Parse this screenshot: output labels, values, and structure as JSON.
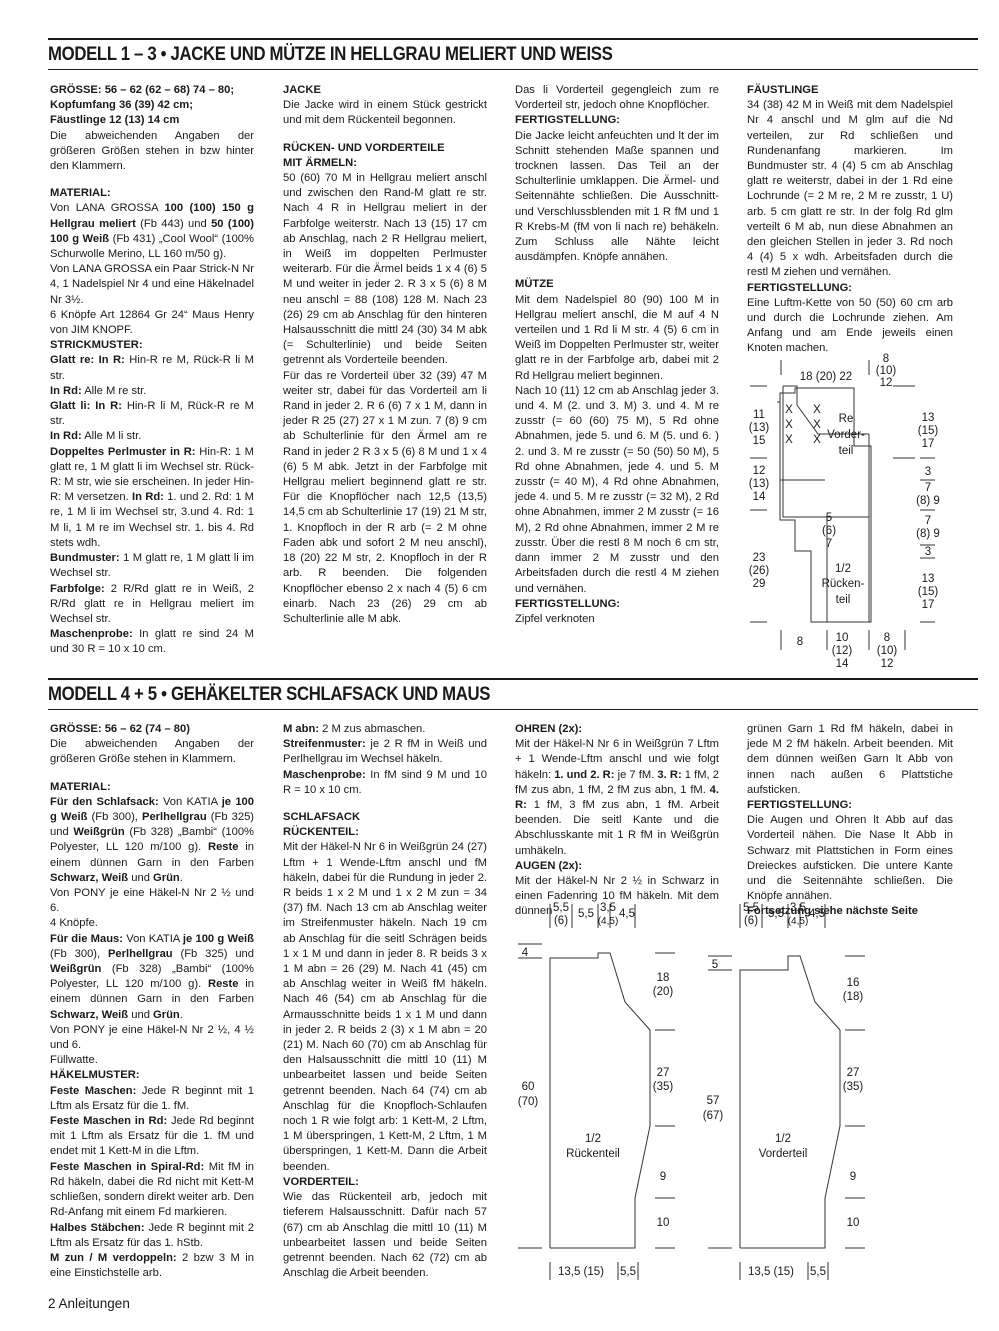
{
  "header1": "MODELL 1 – 3 • JACKE UND MÜTZE IN HELLGRAU MELIERT UND WEISS",
  "header2": "MODELL 4 + 5 • GEHÄKELTER SCHLAFSACK UND MAUS",
  "footer": "2 Anleitungen",
  "s1c1": [
    {
      "t": "h",
      "x": "GRÖSSE: 56 – 62 (62 – 68) 74 – 80;"
    },
    {
      "t": "h",
      "x": "Kopfumfang 36 (39) 42 cm;"
    },
    {
      "t": "h",
      "x": "Fäustlinge 12 (13) 14 cm"
    },
    {
      "t": "p",
      "x": "Die abweichenden Angaben der größeren Größen stehen in bzw hinter den Klammern."
    },
    {
      "t": "g"
    },
    {
      "t": "h",
      "x": "MATERIAL:"
    },
    {
      "t": "p",
      "x": "Von LANA GROSSA <b>100 (100) 150 g Hellgrau meliert</b> (Fb 443) und <b>50 (100) 100 g Weiß</b> (Fb 431) „Cool Wool“ (100% Schurwolle Merino, LL 160 m/50 g)."
    },
    {
      "t": "p",
      "x": "Von LANA GROSSA ein Paar Strick-N Nr 4, 1 Nadelspiel Nr 4 und eine Häkelnadel Nr 3½."
    },
    {
      "t": "p",
      "x": "6 Knöpfe Art 12864 Gr 24“ Maus Henry von JIM KNOPF."
    },
    {
      "t": "h",
      "x": "STRICKMUSTER:"
    },
    {
      "t": "p",
      "x": "<b>Glatt re: In R:</b> Hin-R re M, Rück-R li M str."
    },
    {
      "t": "p",
      "x": "<b>In Rd:</b> Alle M re str."
    },
    {
      "t": "p",
      "x": "<b>Glatt li: In R:</b> Hin-R li M, Rück-R re M str."
    },
    {
      "t": "p",
      "x": "<b>In Rd:</b> Alle M li str."
    },
    {
      "t": "p",
      "x": "<b>Doppeltes Perlmuster in R:</b> Hin-R: 1 M glatt re, 1 M glatt li im Wechsel str. Rück-R: M str, wie sie erscheinen. In jeder Hin-R: M versetzen. <b>In Rd:</b> 1. und 2. Rd: 1 M re, 1 M li im Wechsel str, 3.und 4. Rd: 1 M li, 1 M re im Wechsel str. 1. bis 4. Rd stets wdh."
    },
    {
      "t": "p",
      "x": "<b>Bundmuster:</b> 1 M glatt re, 1 M glatt li im Wechsel str."
    },
    {
      "t": "p",
      "x": "<b>Farbfolge:</b> 2 R/Rd glatt re in Weiß, 2 R/Rd glatt re in Hellgrau meliert im Wechsel str."
    },
    {
      "t": "p",
      "x": "<b>Maschenprobe:</b> In glatt re sind 24 M und 30 R = 10 x 10 cm."
    }
  ],
  "s1c2": [
    {
      "t": "h",
      "x": "JACKE"
    },
    {
      "t": "p",
      "x": "Die Jacke wird in einem Stück gestrickt und mit dem Rückenteil begonnen."
    },
    {
      "t": "g"
    },
    {
      "t": "h",
      "x": "RÜCKEN- UND VORDERTEILE"
    },
    {
      "t": "h",
      "x": "MIT ÄRMELN:"
    },
    {
      "t": "p",
      "x": "50 (60) 70 M in Hellgrau meliert anschl und zwischen den Rand-M glatt re str. Nach 4 R in Hellgrau meliert in der Farbfolge weiterstr. Nach 13 (15) 17 cm ab Anschlag, nach 2 R Hellgrau meliert, in Weiß im doppelten Perlmuster weiterarb. Für die Ärmel beids 1 x 4 (6) 5 M und weiter in jeder 2. R 3 x 5 (6) 8 M neu anschl = 88 (108) 128 M. Nach 23 (26) 29 cm ab Anschlag für den hinteren Halsausschnitt die mittl 24 (30) 34 M abk (= Schulterlinie) und beide Seiten getrennt als Vorderteile beenden."
    },
    {
      "t": "p",
      "x": "Für das re Vorderteil über 32 (39) 47 M weiter str, dabei für das Vorderteil am li Rand in jeder 2. R 6 (6) 7 x 1 M, dann in jeder R 25 (27) 27 x 1 M zun. 7 (8) 9 cm ab Schulterlinie für den Ärmel am re Rand in jeder 2 R 3 x 5 (6) 8 M und 1 x 4 (6) 5 M abk. Jetzt in der Farbfolge mit Hellgrau meliert beginnend glatt re str. Für die Knopflöcher nach 12,5 (13,5) 14,5 cm ab Schulterlinie 17 (19) 21 M str, 1. Knopfloch in der R arb (= 2 M ohne Faden abk und sofort 2 M neu anschl), 18 (20) 22 M str, 2. Knopfloch in der R arb. R beenden. Die folgenden Knopflöcher ebenso 2 x nach 4 (5) 6 cm einarb. Nach 23 (26) 29 cm ab Schulterlinie alle M abk."
    }
  ],
  "s1c3": [
    {
      "t": "p",
      "x": "Das li Vorderteil gegengleich zum re Vorderteil str, jedoch ohne Knopflöcher."
    },
    {
      "t": "h",
      "x": "FERTIGSTELLUNG:"
    },
    {
      "t": "p",
      "x": "Die Jacke leicht anfeuchten und lt der im Schnitt stehenden Maße spannen und trocknen lassen. Das Teil an der Schulterlinie umklappen. Die Ärmel- und Seitennähte schließen. Die Ausschnitt- und Verschlussblenden mit 1 R fM und 1 R Krebs-M (fM von li nach re) behäkeln. Zum Schluss alle Nähte leicht ausdämpfen. Knöpfe annähen."
    },
    {
      "t": "g"
    },
    {
      "t": "h",
      "x": "MÜTZE"
    },
    {
      "t": "p",
      "x": "Mit dem Nadelspiel 80 (90) 100 M in Hellgrau meliert anschl, die M auf 4 N verteilen und 1 Rd li M str. 4 (5) 6 cm in Weiß im Doppelten Perlmuster str, weiter glatt re in der Farbfolge arb, dabei mit 2 Rd Hellgrau meliert beginnen."
    },
    {
      "t": "p",
      "x": "Nach 10 (11) 12 cm ab Anschlag jeder 3. und 4. M (2. und 3. M) 3. und 4. M re zusstr (= 60 (60) 75 M), 5 Rd ohne Abnahmen, jede 5. und 6. M (5. und 6. ) 2. und 3. M re zusstr (= 50 (50) 50 M), 5 Rd ohne Abnahmen, jede 4. und 5. M zusstr (= 40 M), 4 Rd ohne Abnahmen, jede 4. und 5. M re zusstr (= 32 M), 2 Rd ohne Abnahmen, immer 2 M zusstr (= 16 M), 2 Rd ohne Abnahmen, immer 2 M re zusstr. Über die restl 8 M noch 6 cm str, dann immer 2 M zusstr und den Arbeitsfaden durch die restl 4 M ziehen und vernähen."
    },
    {
      "t": "h",
      "x": "FERTIGSTELLUNG:"
    },
    {
      "t": "p",
      "x": "Zipfel verknoten"
    }
  ],
  "s1c4": [
    {
      "t": "h",
      "x": "FÄUSTLINGE"
    },
    {
      "t": "p",
      "x": "34 (38) 42 M in Weiß mit dem Nadelspiel Nr 4 anschl und M glm auf die Nd verteilen, zur Rd schließen und Rundenanfang markieren. Im Bundmuster str. 4 (4) 5 cm ab Anschlag glatt re weiterstr, dabei in der 1 Rd eine Lochrunde (= 2 M re, 2 M re zusstr, 1 U) arb. 5 cm glatt re str. In der folg Rd glm verteilt 6 M ab, nun diese Abnahmen an den gleichen Stellen in jeder 3. Rd noch 4 (4) 5 x wdh. Arbeitsfaden durch die restl M ziehen und vernähen."
    },
    {
      "t": "h",
      "x": "FERTIGSTELLUNG:"
    },
    {
      "t": "p",
      "x": "Eine Luftm-Kette von 50 (50) 60 cm arb und durch die Lochrunde ziehen. Am Anfang und am Ende jeweils einen Knoten machen."
    }
  ],
  "s2c1": [
    {
      "t": "h",
      "x": "GRÖSSE: 56 – 62 (74 – 80)"
    },
    {
      "t": "p",
      "x": "Die abweichenden Angaben der größeren Größe stehen in Klammern."
    },
    {
      "t": "g"
    },
    {
      "t": "h",
      "x": "MATERIAL:"
    },
    {
      "t": "p",
      "x": "<b>Für den Schlafsack:</b> Von KATIA <b>je 100 g Weiß</b> (Fb 300), <b>Perlhellgrau</b> (Fb 325) und <b>Weißgrün</b> (Fb 328) „Bambi“ (100% Polyester, LL 120 m/100 g). <b>Reste</b> in einem dünnen Garn in den Farben <b>Schwarz, Weiß</b> und <b>Grün</b>."
    },
    {
      "t": "p",
      "x": "Von PONY je eine Häkel-N Nr 2 ½ und 6."
    },
    {
      "t": "p",
      "x": "4 Knöpfe."
    },
    {
      "t": "p",
      "x": "<b>Für die Maus:</b> Von KATIA <b>je 100 g Weiß</b> (Fb 300), <b>Perlhellgrau</b> (Fb 325) und <b>Weißgrün</b> (Fb 328) „Bambi“ (100% Polyester, LL 120 m/100 g). <b>Reste</b> in einem dünnen Garn in den Farben <b>Schwarz, Weiß</b> und <b>Grün</b>."
    },
    {
      "t": "p",
      "x": "Von PONY je eine Häkel-N Nr 2 ½, 4 ½ und 6."
    },
    {
      "t": "p",
      "x": "Füllwatte."
    },
    {
      "t": "h",
      "x": "HÄKELMUSTER:"
    },
    {
      "t": "p",
      "x": "<b>Feste Maschen:</b> Jede R beginnt mit 1 Lftm als Ersatz für die 1. fM."
    },
    {
      "t": "p",
      "x": "<b>Feste Maschen in Rd:</b> Jede Rd beginnt mit 1 Lftm als Ersatz für die 1. fM und endet mit 1 Kett-M in die Lftm."
    },
    {
      "t": "p",
      "x": "<b>Feste Maschen in Spiral-Rd:</b> Mit fM in Rd häkeln, dabei die Rd nicht mit Kett-M schließen, sondern direkt weiter arb. Den Rd-Anfang mit einem Fd markieren."
    },
    {
      "t": "p",
      "x": "<b>Halbes Stäbchen:</b> Jede R beginnt mit 2 Lftm als Ersatz für das 1. hStb."
    },
    {
      "t": "p",
      "x": "<b>M zun / M verdoppeln:</b> 2 bzw 3 M in eine Einstichstelle arb."
    }
  ],
  "s2c2": [
    {
      "t": "p",
      "x": "<b>M abn:</b> 2 M zus abmaschen."
    },
    {
      "t": "p",
      "x": "<b>Streifenmuster:</b> je 2 R fM in Weiß und Perlhellgrau im Wechsel häkeln."
    },
    {
      "t": "p",
      "x": "<b>Maschenprobe:</b> In fM sind 9 M und 10 R = 10 x 10 cm."
    },
    {
      "t": "g"
    },
    {
      "t": "h",
      "x": "SCHLAFSACK"
    },
    {
      "t": "h",
      "x": "RÜCKENTEIL:"
    },
    {
      "t": "p",
      "x": "Mit der Häkel-N Nr 6 in Weißgrün 24 (27) Lftm + 1 Wende-Lftm anschl und fM häkeln, dabei für die Rundung in jeder 2. R beids 1 x 2 M und 1 x 2 M zun = 34 (37) fM. Nach 13 cm ab Anschlag weiter im Streifenmuster häkeln. Nach 19 cm ab Anschlag für die seitl Schrägen beids 1 x 1 M und dann in jeder 8. R beids 3 x 1 M abn = 26 (29) M. Nach 41 (45) cm ab Anschlag weiter in Weiß fM häkeln. Nach 46 (54) cm ab Anschlag für die Armausschnitte beids 1 x 1 M und dann in jeder 2. R beids 2 (3) x 1 M abn = 20 (21) M. Nach 60 (70) cm ab Anschlag für den Halsausschnitt die mittl 10 (11) M unbearbeitet lassen und beide Seiten getrennt beenden. Nach 64 (74) cm ab Anschlag für die Knopfloch-Schlaufen noch 1 R wie folgt arb: 1 Kett-M, 2 Lftm, 1 M überspringen, 1 Kett-M, 2 Lftm, 1 M überspringen, 1 Kett-M. Dann die Arbeit beenden."
    },
    {
      "t": "h",
      "x": "VORDERTEIL:"
    },
    {
      "t": "p",
      "x": "Wie das Rückenteil arb, jedoch mit tieferem Halsausschnitt. Dafür nach 57 (67) cm ab Anschlag die mittl 10 (11) M unbearbeitet lassen und beide Seiten getrennt beenden. Nach 62 (72) cm ab Anschlag die Arbeit beenden."
    }
  ],
  "s2c3": [
    {
      "t": "h",
      "x": "OHREN (2x):"
    },
    {
      "t": "p",
      "x": "Mit der Häkel-N Nr 6 in Weißgrün 7 Lftm + 1 Wende-Lftm anschl und wie folgt häkeln: <b>1. und 2. R:</b> je 7 fM. <b>3. R:</b> 1 fM, 2 fM zus abn, 1 fM, 2 fM zus abn, 1 fM. <b>4. R:</b> 1 fM, 3 fM zus abn, 1 fM. Arbeit beenden. Die seitl Kante und die Abschlusskante mit 1 R fM in Weißgrün umhäkeln."
    },
    {
      "t": "h",
      "x": "AUGEN (2x):"
    },
    {
      "t": "p",
      "x": "Mit der Häkel-N Nr 2 ½ in Schwarz in einen Fadenring 10 fM häkeln. Mit dem dünnen"
    }
  ],
  "s2c4": [
    {
      "t": "p",
      "x": "grünen Garn 1 Rd fM häkeln, dabei in jede M 2 fM häkeln. Arbeit beenden. Mit dem dünnen weißen Garn lt Abb von innen nach außen 6 Plattstiche aufsticken."
    },
    {
      "t": "h",
      "x": "FERTIGSTELLUNG:"
    },
    {
      "t": "p",
      "x": "Die Augen und Ohren lt Abb auf das Vorderteil nähen. Die Nase lt Abb in Schwarz mit Plattstichen in Form eines Dreieckes aufsticken. Die untere Kante und die Seitennähte schließen. Die Knöpfe annähen."
    },
    {
      "t": "h",
      "x": "Fortsetzung siehe nächste Seite"
    }
  ],
  "jacket": {
    "top_a": "18 (20) 22",
    "top_b": "8",
    "top_c": "(10)",
    "top_d": "12",
    "l1": "11",
    "l2": "(13)",
    "l3": "15",
    "l4": "12",
    "l5": "(13)",
    "l6": "14",
    "l7": "23",
    "l8": "(26)",
    "l9": "29",
    "r1": "13",
    "r2": "(15)",
    "r3": "17",
    "r4": "3",
    "r5": "7",
    "r6": "(8) 9",
    "r7": "7",
    "r8": "(8) 9",
    "r9": "3",
    "r10": "13",
    "r11": "(15)",
    "r12": "17",
    "x": "X",
    "re1": "Re",
    "re2": "Vorder-",
    "re3": "teil",
    "m1": "5",
    "m2": "(6)",
    "m3": "7",
    "h1": "1/2",
    "h2": "Rücken-",
    "h3": "teil",
    "b1": "8",
    "b2": "10",
    "b3": "(12)",
    "b4": "14",
    "b5": "8",
    "b6": "(10)",
    "b7": "12"
  },
  "sack_back": {
    "t1": "5,5",
    "t2": "(6)",
    "t3": "5,5",
    "t4": "3,5",
    "t5": "(4,5)",
    "t6": "4,5",
    "a": "4",
    "s1": "18",
    "s2": "(20)",
    "s3": "27",
    "s4": "(35)",
    "s5": "9",
    "s6": "10",
    "h1": "60",
    "h2": "(70)",
    "n1": "1/2",
    "n2": "Rückenteil",
    "b1": "13,5 (15)",
    "b2": "5,5"
  },
  "sack_front": {
    "t1": "5,5",
    "t2": "(6)",
    "t3": "5,5",
    "t4": "3,5",
    "t5": "(4,5)",
    "t6": "4,5",
    "a": "5",
    "s1": "16",
    "s2": "(18)",
    "s3": "27",
    "s4": "(35)",
    "s5": "9",
    "s6": "10",
    "h1": "57",
    "h2": "(67)",
    "n1": "1/2",
    "n2": "Vorderteil",
    "b1": "13,5 (15)",
    "b2": "5,5"
  }
}
